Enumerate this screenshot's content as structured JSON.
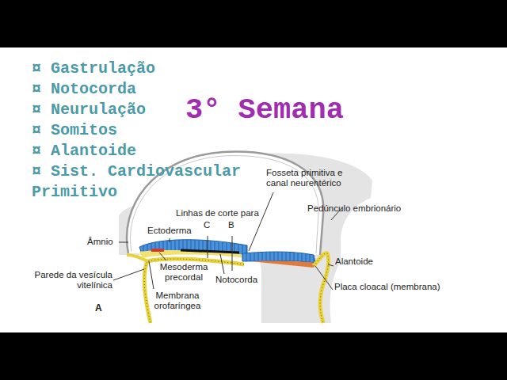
{
  "diagram": {
    "title": "3° Semana",
    "labels": [
      "¤ Gastrulação",
      "¤ Notocorda",
      "¤ Neurulação",
      "¤ Somitos",
      "¤ Alantoide",
      "¤ Sist. Cardiovascular Primitivo",
      "Linhas de corte para",
      "C",
      "B",
      "Fosseta primitiva e canal neurentérico",
      "Pedúnculo embrionário",
      "Âmnio",
      "Ectoderma",
      "Alantoide",
      "Parede da vesícula vitelínica",
      "Mesoderma precordal",
      "Notocorda",
      "Placa cloacal (membrana)",
      "Membrana orofaríngea",
      "A"
    ]
  }
}
